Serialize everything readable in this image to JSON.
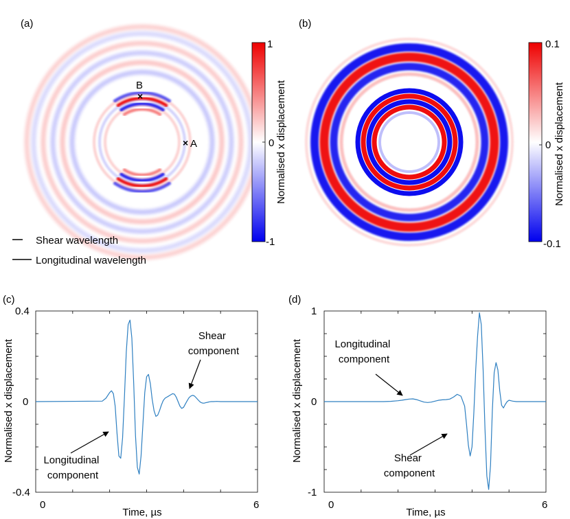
{
  "panels": {
    "a": {
      "label": "(a)",
      "colorbar": {
        "title": "Normalised x displacement",
        "ticks": [
          "1",
          "0",
          "-1"
        ],
        "range": [
          -1,
          1
        ],
        "colors": {
          "max": "#ee0000",
          "mid": "#ffffff",
          "min": "#0000ee"
        }
      },
      "markers": [
        {
          "label": "B",
          "symbol": "×"
        },
        {
          "label": "A",
          "symbol": "×"
        }
      ],
      "legend": [
        "Shear wavelength",
        "Longitudinal wavelength"
      ]
    },
    "b": {
      "label": "(b)",
      "colorbar": {
        "title": "Normalised x displacement",
        "ticks": [
          "0.1",
          "0",
          "-0.1"
        ],
        "range": [
          -0.1,
          0.1
        ],
        "colors": {
          "max": "#ee0000",
          "mid": "#ffffff",
          "min": "#0000ee"
        }
      }
    },
    "c": {
      "label": "(c)"
    },
    "d": {
      "label": "(d)"
    }
  },
  "chart_data": [
    {
      "panel": "c",
      "type": "line",
      "xlabel": "Time, µs",
      "ylabel": "Normalised x displacement",
      "xlim": [
        0,
        6
      ],
      "ylim": [
        -0.4,
        0.4
      ],
      "xtick_labels": [
        "0",
        "6"
      ],
      "ytick_labels": [
        "0.4",
        "0",
        "-0.4"
      ],
      "line_color": "#2d7fc1",
      "series": [
        {
          "x": [
            0,
            1.8,
            1.9,
            2.0,
            2.05,
            2.1,
            2.15,
            2.2,
            2.25,
            2.3,
            2.35,
            2.4,
            2.45,
            2.5,
            2.55,
            2.6,
            2.65,
            2.7,
            2.75,
            2.8,
            2.85,
            2.9,
            2.95,
            3.0,
            3.05,
            3.1,
            3.15,
            3.2,
            3.25,
            3.3,
            3.35,
            3.4,
            3.45,
            3.5,
            3.55,
            3.6,
            3.65,
            3.7,
            3.75,
            3.8,
            3.85,
            3.9,
            3.95,
            4.0,
            4.05,
            4.1,
            4.15,
            4.2,
            4.25,
            4.3,
            4.35,
            4.4,
            4.45,
            4.5,
            4.55,
            4.6,
            4.65,
            4.7,
            4.75,
            4.8,
            4.9,
            5.0,
            5.1,
            5.2,
            5.4,
            6.0
          ],
          "y": [
            0,
            0.002,
            0.015,
            0.04,
            0.048,
            0.035,
            -0.02,
            -0.14,
            -0.24,
            -0.25,
            -0.16,
            0.02,
            0.22,
            0.34,
            0.36,
            0.28,
            0.08,
            -0.15,
            -0.29,
            -0.32,
            -0.24,
            -0.1,
            0.04,
            0.11,
            0.12,
            0.08,
            0.01,
            -0.04,
            -0.065,
            -0.06,
            -0.04,
            -0.015,
            0.005,
            0.015,
            0.02,
            0.025,
            0.03,
            0.035,
            0.033,
            0.02,
            0.0,
            -0.02,
            -0.03,
            -0.025,
            -0.01,
            0.005,
            0.018,
            0.025,
            0.028,
            0.024,
            0.015,
            0.006,
            -0.002,
            -0.006,
            -0.007,
            -0.005,
            -0.003,
            -0.001,
            0.0,
            0.0,
            0.001,
            0.0,
            0.0,
            0.0,
            0.0,
            0.0
          ]
        }
      ],
      "annotations": [
        {
          "text": [
            "Shear",
            "component"
          ],
          "arrow": true
        },
        {
          "text": [
            "Longitudinal",
            "component"
          ],
          "arrow": true
        }
      ]
    },
    {
      "panel": "d",
      "type": "line",
      "xlabel": "Time, µs",
      "ylabel": "Normalised x displacement",
      "xlim": [
        0,
        6
      ],
      "ylim": [
        -1,
        1
      ],
      "xtick_labels": [
        "0",
        "6"
      ],
      "ytick_labels": [
        "1",
        "0",
        "-1"
      ],
      "line_color": "#2d7fc1",
      "series": [
        {
          "x": [
            0,
            1.6,
            1.8,
            2.0,
            2.1,
            2.2,
            2.3,
            2.4,
            2.5,
            2.6,
            2.7,
            2.8,
            2.9,
            3.0,
            3.1,
            3.2,
            3.3,
            3.4,
            3.5,
            3.6,
            3.7,
            3.8,
            3.85,
            3.9,
            3.95,
            4.0,
            4.05,
            4.1,
            4.15,
            4.2,
            4.25,
            4.3,
            4.35,
            4.4,
            4.45,
            4.5,
            4.55,
            4.6,
            4.65,
            4.7,
            4.75,
            4.8,
            4.85,
            4.9,
            4.95,
            5.0,
            5.05,
            5.1,
            5.2,
            5.3,
            5.4,
            6.0
          ],
          "y": [
            0,
            0.0,
            0.003,
            0.01,
            0.015,
            0.022,
            0.028,
            0.03,
            0.022,
            0.008,
            -0.005,
            -0.01,
            -0.005,
            0.005,
            0.015,
            0.02,
            0.022,
            0.028,
            0.05,
            0.08,
            0.06,
            -0.05,
            -0.25,
            -0.48,
            -0.6,
            -0.5,
            -0.12,
            0.35,
            0.72,
            0.98,
            0.85,
            0.35,
            -0.3,
            -0.82,
            -0.97,
            -0.7,
            -0.1,
            0.32,
            0.43,
            0.35,
            0.12,
            -0.04,
            -0.07,
            -0.03,
            0.0,
            0.015,
            0.01,
            0.005,
            0.0,
            0.0,
            0.0,
            0.0
          ]
        }
      ],
      "annotations": [
        {
          "text": [
            "Longitudinal",
            "component"
          ],
          "arrow": true
        },
        {
          "text": [
            "Shear",
            "component"
          ],
          "arrow": true
        }
      ]
    }
  ]
}
